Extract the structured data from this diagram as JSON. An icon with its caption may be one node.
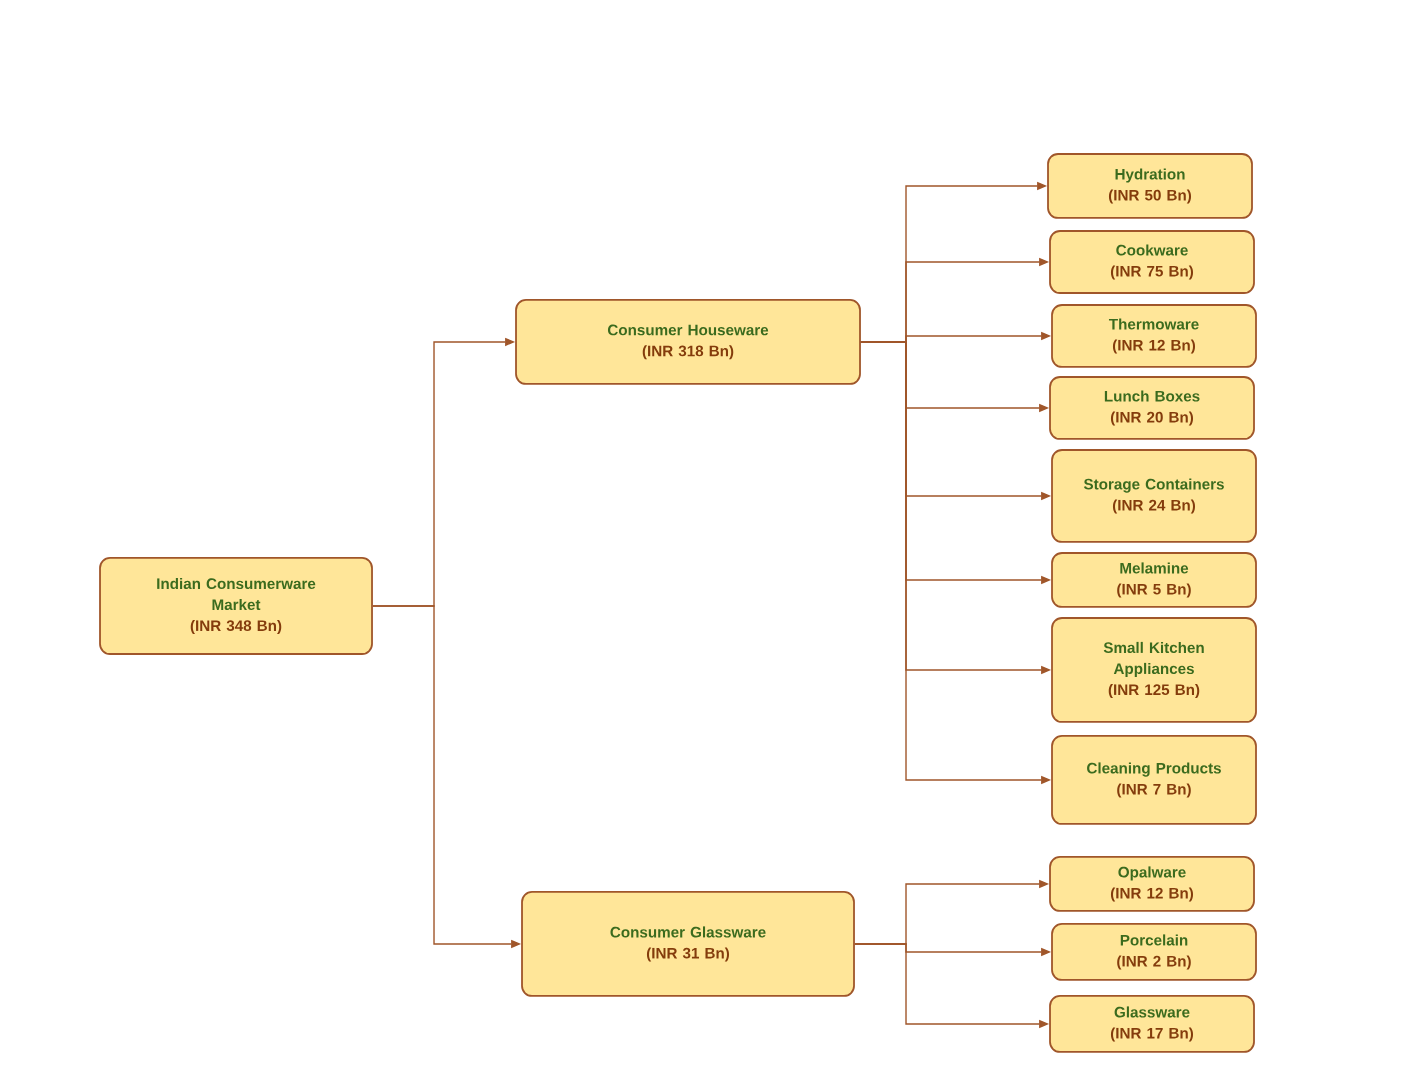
{
  "diagram": {
    "nodes": [
      {
        "text": [
          "Indian Consumerware Market",
          "(INR 348 Bn)"
        ]
      },
      {
        "text": [
          "Consumer Houseware",
          "(INR 318 Bn)"
        ]
      },
      {
        "text": [
          "Consumer Glassware",
          "(INR 31 Bn)"
        ]
      },
      {
        "text": [
          "Hydration",
          "(INR 50 Bn)"
        ]
      },
      {
        "text": [
          "Cookware",
          "(INR 75 Bn)"
        ]
      },
      {
        "text": [
          "Thermoware",
          "(INR 12 Bn)"
        ]
      },
      {
        "text": [
          "Lunch Boxes",
          "(INR 20 Bn)"
        ]
      },
      {
        "text": [
          "Storage Containers",
          "(INR 24 Bn)"
        ]
      },
      {
        "text": [
          "Melamine",
          "(INR 5 Bn)"
        ]
      },
      {
        "text": [
          "Small Kitchen Appliances",
          "(INR 125 Bn)"
        ]
      },
      {
        "text": [
          "Cleaning Products",
          "(INR 7 Bn)"
        ]
      },
      {
        "text": [
          "Opalware",
          "(INR 12 Bn)"
        ]
      },
      {
        "text": [
          "Porcelain",
          "(INR 2 Bn)"
        ]
      },
      {
        "text": [
          "Glassware",
          "(INR 17 Bn)"
        ]
      }
    ],
    "edges": [
      {
        "from": 0,
        "to": 1,
        "arrow": "to"
      },
      {
        "from": 0,
        "to": 2,
        "arrow": "to"
      },
      {
        "from": 1,
        "to": 3,
        "arrow": "to"
      },
      {
        "from": 1,
        "to": 4,
        "arrow": "to"
      },
      {
        "from": 1,
        "to": 5,
        "arrow": "to"
      },
      {
        "from": 1,
        "to": 6,
        "arrow": "to"
      },
      {
        "from": 1,
        "to": 7,
        "arrow": "to"
      },
      {
        "from": 1,
        "to": 8,
        "arrow": "to"
      },
      {
        "from": 1,
        "to": 9,
        "arrow": "to"
      },
      {
        "from": 1,
        "to": 10,
        "arrow": "to"
      },
      {
        "from": 2,
        "to": 11,
        "arrow": "to"
      },
      {
        "from": 2,
        "to": 12,
        "arrow": "to"
      },
      {
        "from": 2,
        "to": 13,
        "arrow": "to"
      }
    ]
  }
}
